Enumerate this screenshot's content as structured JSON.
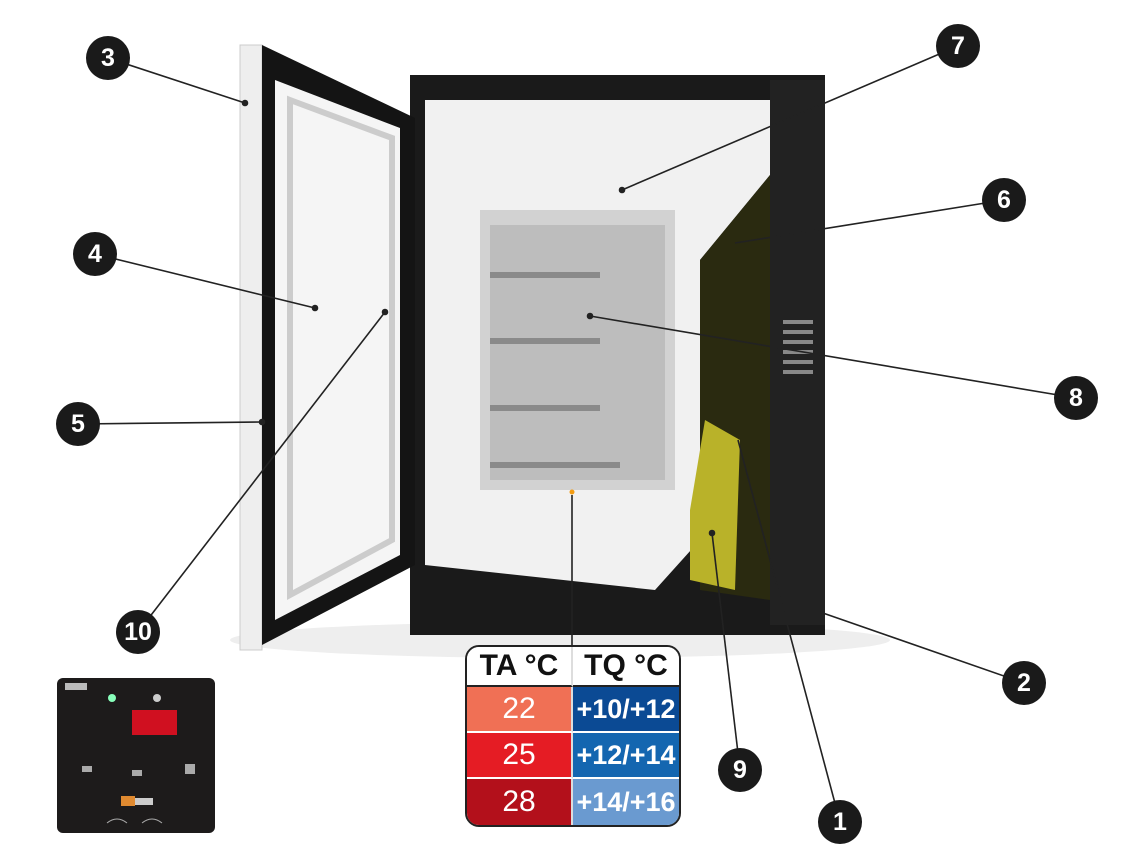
{
  "callouts": [
    "1",
    "2",
    "3",
    "4",
    "5",
    "6",
    "7",
    "8",
    "9",
    "10"
  ],
  "table": {
    "headers": [
      "TA °C",
      "TQ °C"
    ],
    "rows": [
      {
        "ta": "22",
        "tq": "+10/+12",
        "ta_color": "#f07055",
        "tq_color": "#0b4a94"
      },
      {
        "ta": "25",
        "tq": "+12/+14",
        "ta_color": "#e51c24",
        "tq_color": "#1466b0"
      },
      {
        "ta": "28",
        "tq": "+14/+16",
        "ta_color": "#b3101b",
        "tq_color": "#6a9ad0"
      }
    ]
  }
}
